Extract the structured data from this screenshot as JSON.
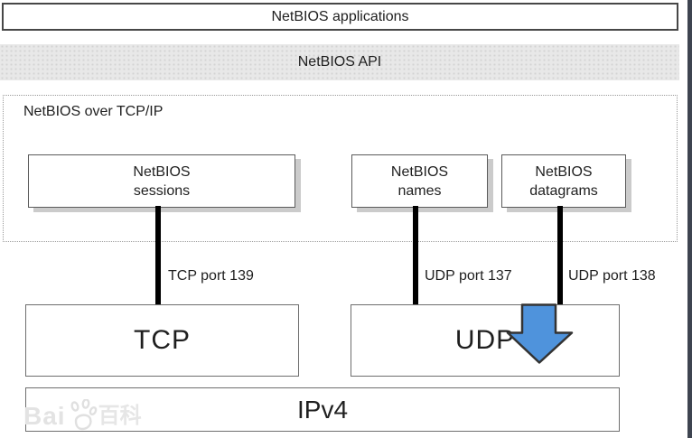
{
  "colors": {
    "arrow_fill": "#4f93dc",
    "arrow_stroke": "#333333",
    "band_bg": "#e8e8e8",
    "line": "#000000",
    "frame": "#3e4450"
  },
  "diagram": {
    "applications": {
      "label": "NetBIOS applications"
    },
    "api": {
      "label": "NetBIOS API"
    },
    "nbt": {
      "label": "NetBIOS over TCP/IP",
      "services": [
        {
          "label": "NetBIOS\nsessions"
        },
        {
          "label": "NetBIOS\nnames"
        },
        {
          "label": "NetBIOS\ndatagrams"
        }
      ]
    },
    "ports": [
      {
        "label": "TCP port 139"
      },
      {
        "label": "UDP port 137"
      },
      {
        "label": "UDP port 138"
      }
    ],
    "transport": [
      {
        "label": "TCP"
      },
      {
        "label": "UDP"
      }
    ],
    "network": {
      "label": "IPv4"
    }
  },
  "watermark": {
    "prefix": "Bai",
    "suffix": "百科"
  }
}
